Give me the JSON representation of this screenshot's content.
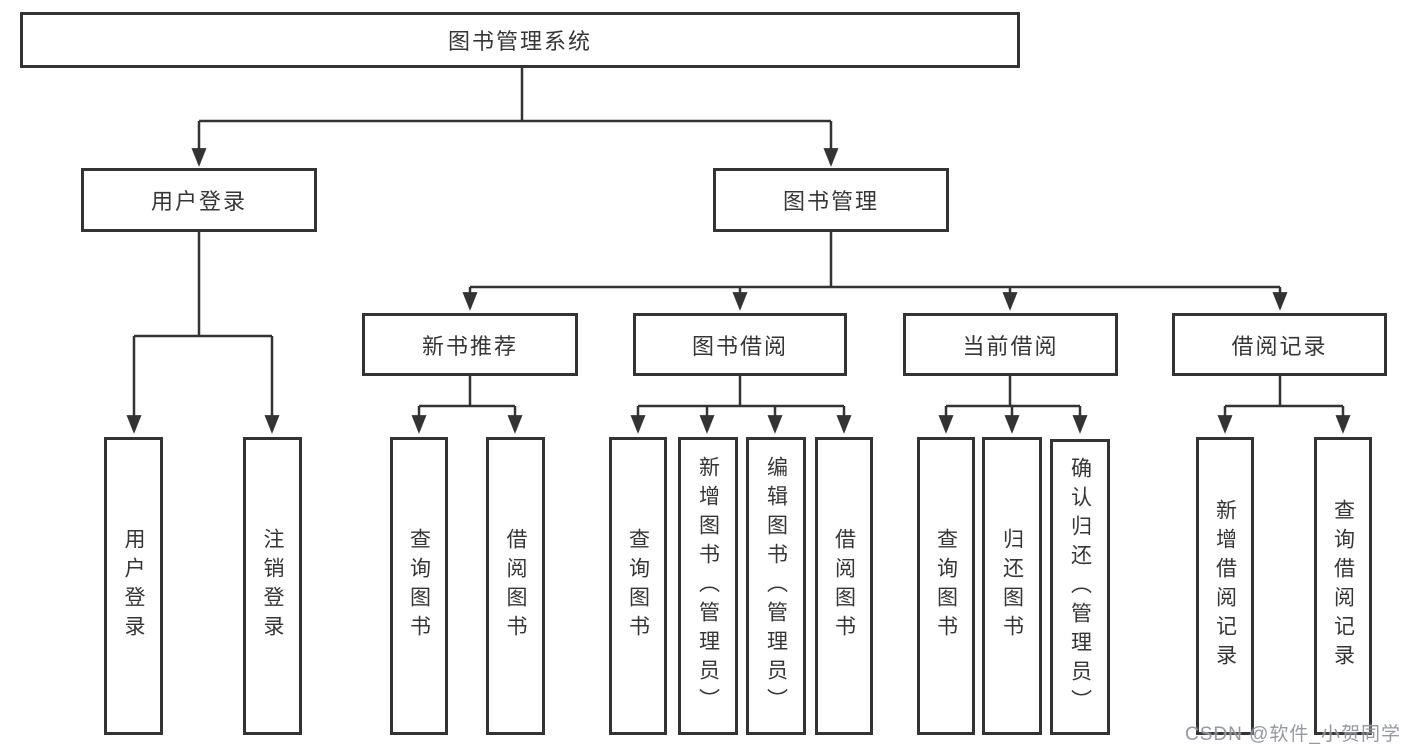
{
  "tree": {
    "root": {
      "label": "图书管理系统"
    },
    "children": [
      {
        "label": "用户登录",
        "children": [
          {
            "label": "用户登录"
          },
          {
            "label": "注销登录"
          }
        ]
      },
      {
        "label": "图书管理",
        "children": [
          {
            "label": "新书推荐",
            "children": [
              {
                "label": "查询图书"
              },
              {
                "label": "借阅图书"
              }
            ]
          },
          {
            "label": "图书借阅",
            "children": [
              {
                "label": "查询图书"
              },
              {
                "label": "新增图书（管理员）"
              },
              {
                "label": "编辑图书（管理员）"
              },
              {
                "label": "借阅图书"
              }
            ]
          },
          {
            "label": "当前借阅",
            "children": [
              {
                "label": "查询图书"
              },
              {
                "label": "归还图书"
              },
              {
                "label": "确认归还（管理员）"
              }
            ]
          },
          {
            "label": "借阅记录",
            "children": [
              {
                "label": "新增借阅记录"
              },
              {
                "label": "查询借阅记录"
              }
            ]
          }
        ]
      }
    ]
  },
  "watermark": {
    "text": "CSDN @软件_小贺同学"
  },
  "colors": {
    "line": "#333333",
    "box_border": "#333333",
    "text": "#363636",
    "background": "#ffffff",
    "watermark": "#8e949c"
  }
}
